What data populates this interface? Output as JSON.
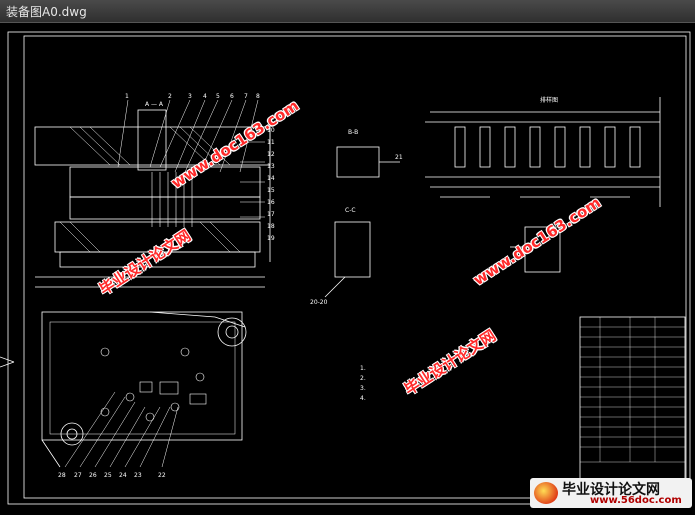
{
  "window": {
    "title": "装备图A0.dwg"
  },
  "drawing": {
    "watermark_cn": "毕业设计论文网",
    "watermark_url": "www.doc163.com",
    "section_labels": {
      "aa": "A — A",
      "bb": "B-B",
      "cc": "C-C"
    },
    "strip_title": "排样图",
    "part_numbers_top": [
      "1",
      "2",
      "3",
      "4",
      "5",
      "6",
      "7",
      "8"
    ],
    "part_numbers_right": [
      "10",
      "11",
      "12",
      "13",
      "14",
      "15",
      "16",
      "17",
      "18",
      "19"
    ],
    "part_numbers_bottom": [
      "28",
      "27",
      "26",
      "25",
      "24",
      "23",
      "22"
    ],
    "leader_labels": {
      "bb": "21",
      "cc": "20-20"
    },
    "notes": [
      "1.",
      "2.",
      "3.",
      "4."
    ]
  },
  "badge": {
    "title": "毕业设计论文网",
    "url": "www.56doc.com"
  }
}
